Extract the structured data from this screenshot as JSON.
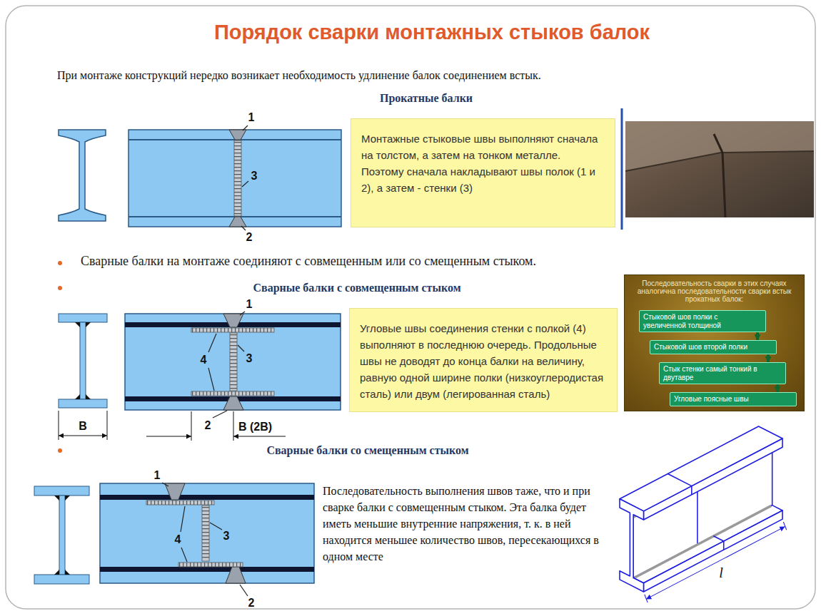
{
  "diagram": {
    "title": "Порядок сварки монтажных стыков балок",
    "nodes": [
      {
        "text": [
          "Монтажные стыковые швы выполняют сначала на толстом, а затем на тонком металле. Поэтому сначала накладывают швы полок (1 и 2), а затем - стенки (3)"
        ]
      },
      {
        "text": [
          "Угловые швы соединения стенки с полкой (4) выполняют в последнюю очередь. Продольные швы не доводят до конца балки на величину, равную одной ширине полки (низкоуглеродистая сталь) или двум (легированная сталь)"
        ]
      },
      {
        "text": [
          "Последовательность сварки в этих случаях аналогична последовательности сварки встык прокатных балок:"
        ]
      },
      {
        "text": [
          "Стыковой шов полки с увеличенной толщиной"
        ],
        "in": 2
      },
      {
        "text": [
          "Стыковой шов второй полки"
        ],
        "in": 2
      },
      {
        "text": [
          "Стык стенки самый тонкий в двутавре"
        ],
        "in": 2
      },
      {
        "text": [
          "Угловые поясные швы"
        ],
        "in": 2
      }
    ],
    "edges": [
      {
        "from": 3,
        "to": 4,
        "arrow": "to"
      },
      {
        "from": 4,
        "to": 5,
        "arrow": "to"
      },
      {
        "from": 5,
        "to": 6,
        "arrow": "to"
      }
    ],
    "labels": [
      "При монтаже конструкций нередко возникает необходимость удлинение балок соединением встык.",
      "Прокатные балки",
      "1",
      "3",
      "2",
      "Сварные балки на монтаже соединяют с совмещенным или со смещенным стыком.",
      "Сварные балки с совмещенным стыком",
      "1",
      "4",
      "3",
      "В",
      "2",
      "В (2В)",
      "Сварные балки со смещенным стыком",
      "1",
      "4",
      "3",
      "2",
      "Последовательность выполнения швов таже, что и при сварке балки с совмещенным стыком. Эта балка будет иметь меньшие внутренние напряжения, т. к. в ней находится меньшее количество швов, пересекающихся в одном месте",
      "l"
    ]
  }
}
